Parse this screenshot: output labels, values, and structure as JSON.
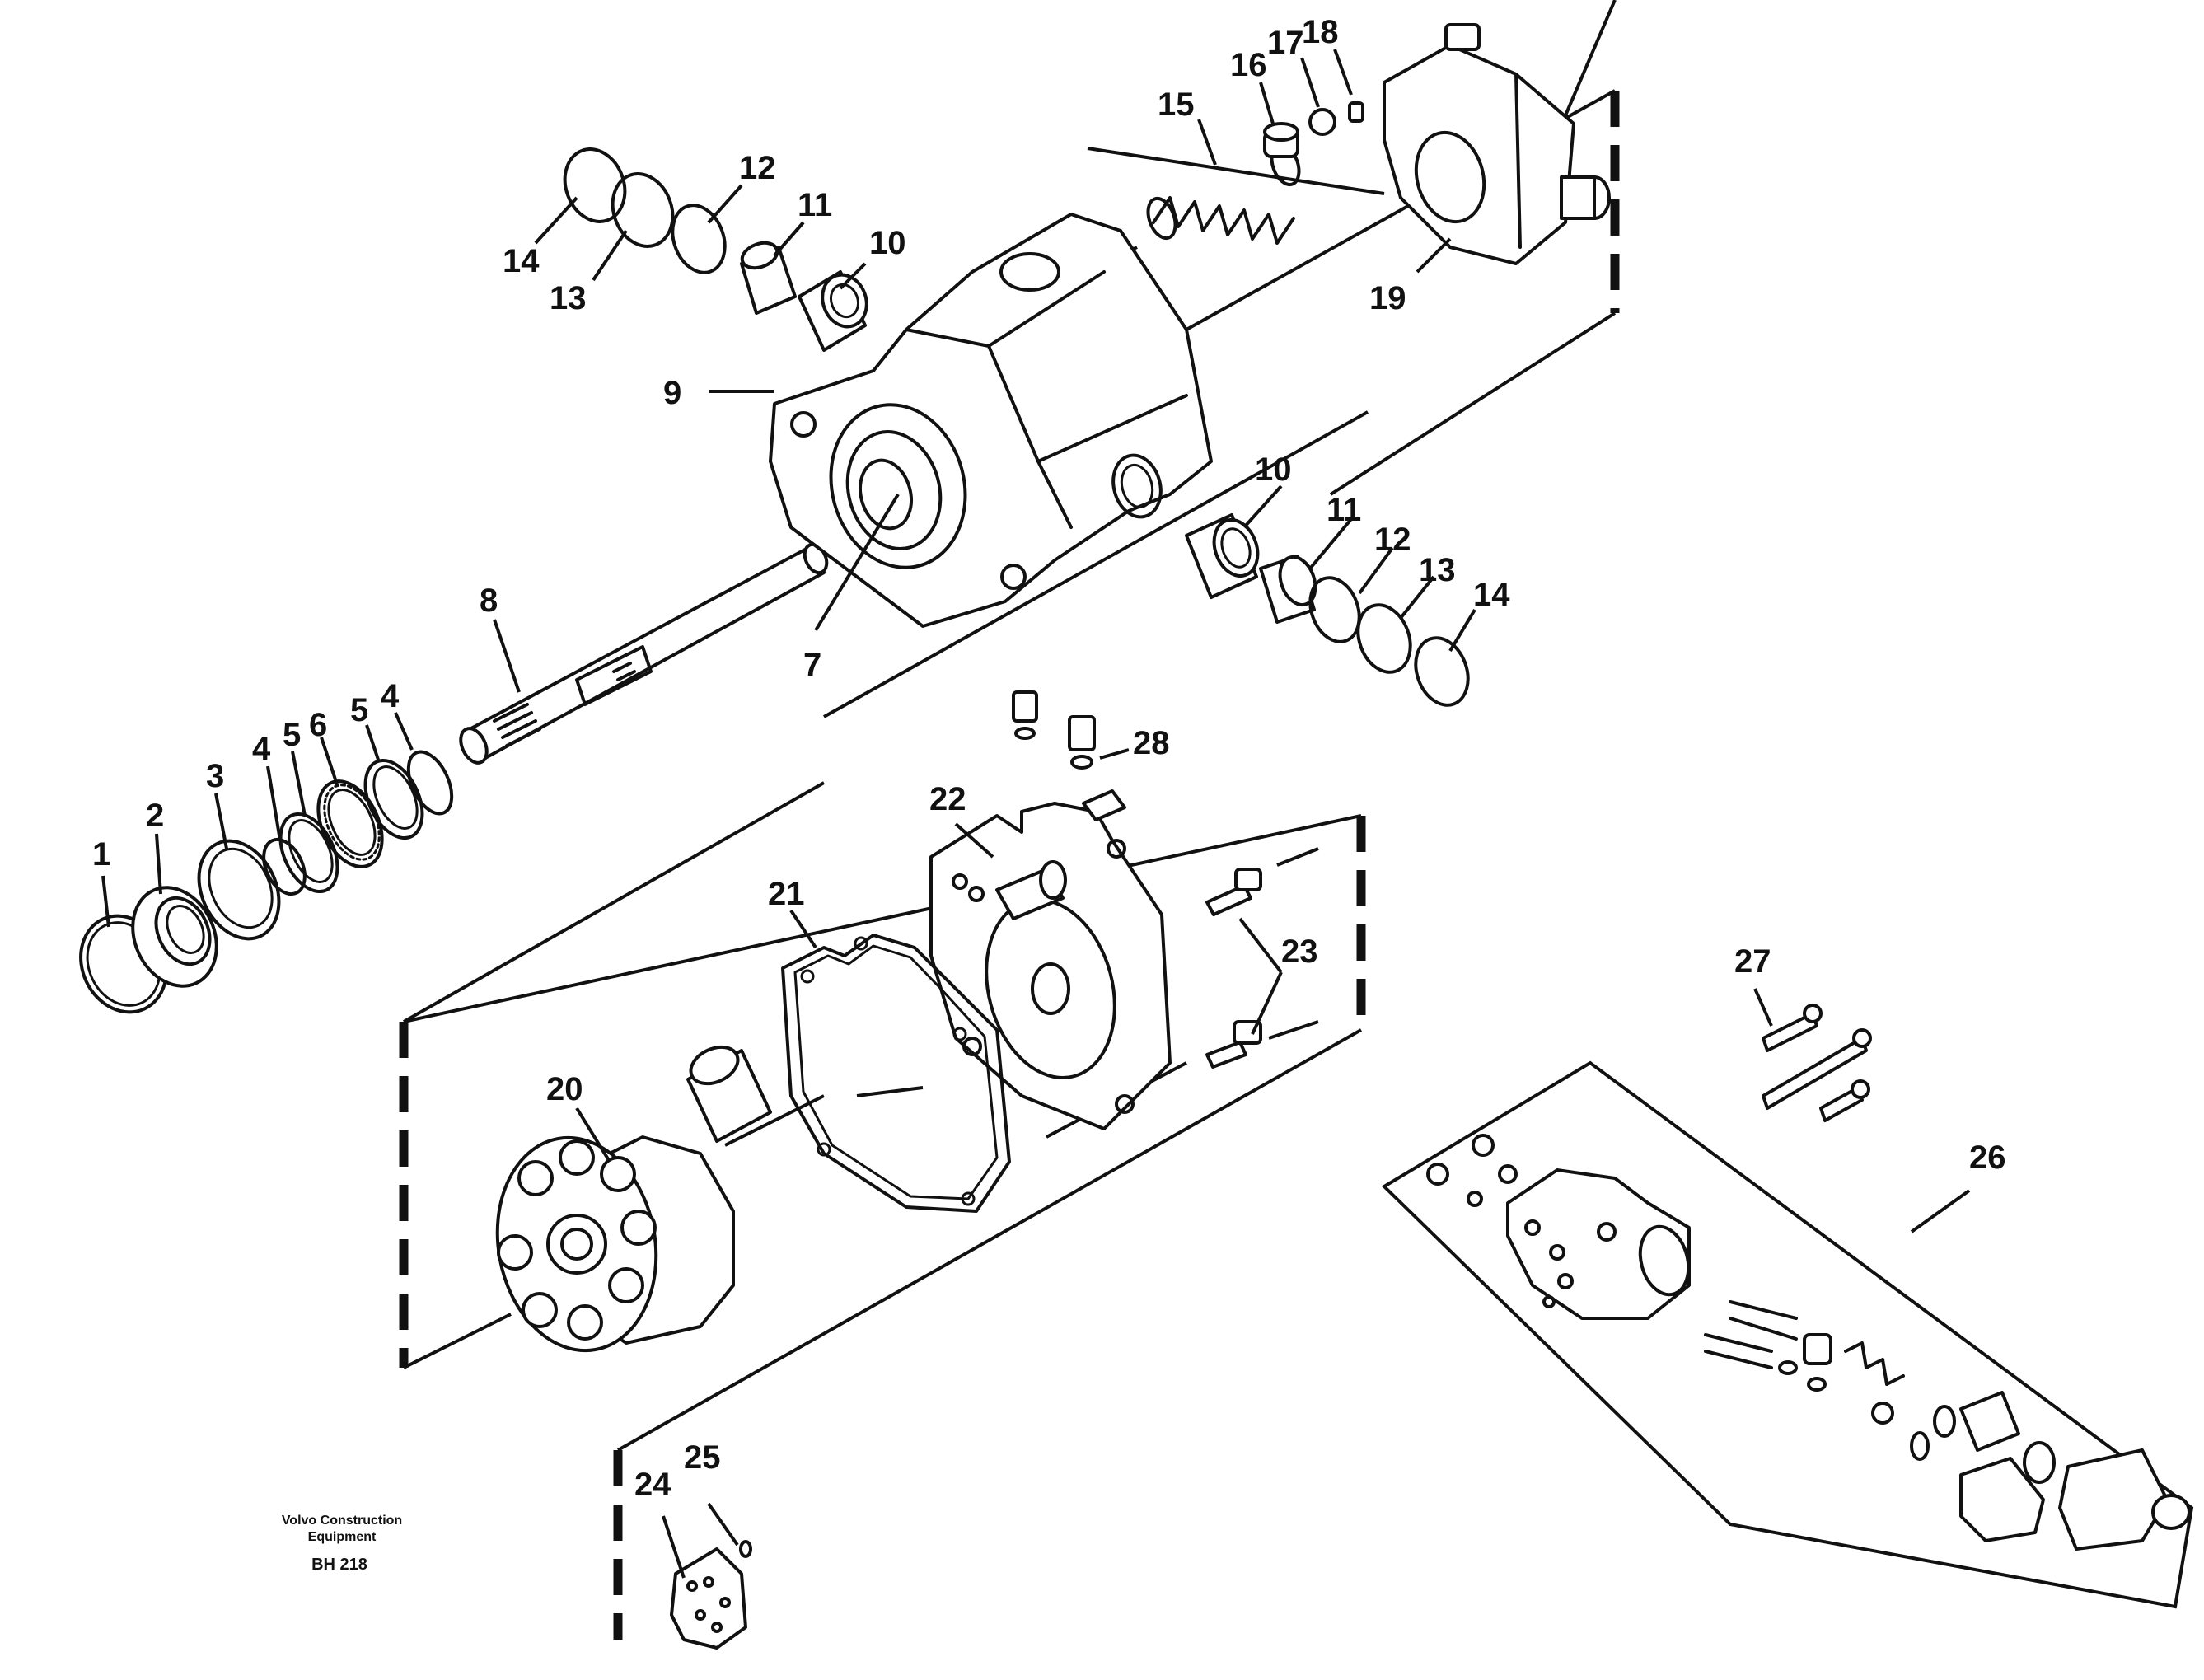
{
  "part_labels": [
    {
      "id": "1",
      "text": "1"
    },
    {
      "id": "2",
      "text": "2"
    },
    {
      "id": "3",
      "text": "3"
    },
    {
      "id": "4a",
      "text": "4"
    },
    {
      "id": "5a",
      "text": "5"
    },
    {
      "id": "6",
      "text": "6"
    },
    {
      "id": "5b",
      "text": "5"
    },
    {
      "id": "4b",
      "text": "4"
    },
    {
      "id": "7",
      "text": "7"
    },
    {
      "id": "8",
      "text": "8"
    },
    {
      "id": "9",
      "text": "9"
    },
    {
      "id": "10a",
      "text": "10"
    },
    {
      "id": "11a",
      "text": "11"
    },
    {
      "id": "12a",
      "text": "12"
    },
    {
      "id": "13a",
      "text": "13"
    },
    {
      "id": "14a",
      "text": "14"
    },
    {
      "id": "10b",
      "text": "10"
    },
    {
      "id": "11b",
      "text": "11"
    },
    {
      "id": "12b",
      "text": "12"
    },
    {
      "id": "13b",
      "text": "13"
    },
    {
      "id": "14b",
      "text": "14"
    },
    {
      "id": "15",
      "text": "15"
    },
    {
      "id": "16",
      "text": "16"
    },
    {
      "id": "17",
      "text": "17"
    },
    {
      "id": "18",
      "text": "18"
    },
    {
      "id": "19",
      "text": "19"
    },
    {
      "id": "20",
      "text": "20"
    },
    {
      "id": "21",
      "text": "21"
    },
    {
      "id": "22",
      "text": "22"
    },
    {
      "id": "23",
      "text": "23"
    },
    {
      "id": "24",
      "text": "24"
    },
    {
      "id": "25",
      "text": "25"
    },
    {
      "id": "26",
      "text": "26"
    },
    {
      "id": "27",
      "text": "27"
    },
    {
      "id": "28",
      "text": "28"
    }
  ],
  "footer": {
    "line1": "Volvo Construction",
    "line2": "Equipment",
    "code": "BH 218"
  }
}
